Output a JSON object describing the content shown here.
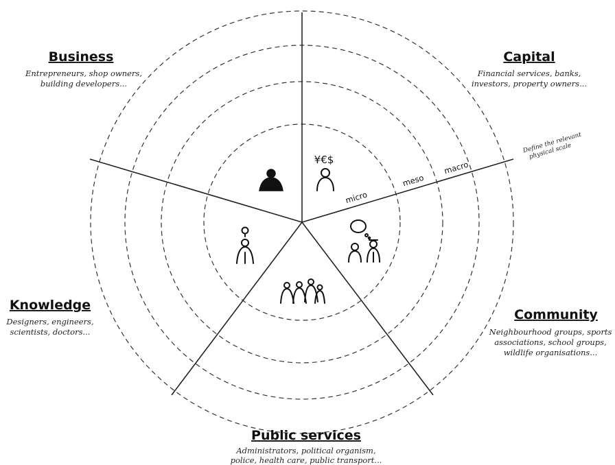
{
  "sectors": {
    "business": {
      "title": "Business",
      "description": [
        "Entrepreneurs, shop owners,",
        "building developers..."
      ]
    },
    "capital": {
      "title": "Capital",
      "description": [
        "Financial services, banks,",
        "investors, property owners..."
      ]
    },
    "community": {
      "title": "Community",
      "description": [
        "Neighbourhood groups, sports",
        "associations, school groups,",
        "wildlife organisations..."
      ]
    },
    "public_services": {
      "title": "Public services",
      "description": [
        "Administrators, political organism,",
        "police, health care, public transport..."
      ]
    },
    "knowledge": {
      "title": "Knowledge",
      "description": [
        "Designers, engineers,",
        "scientists, doctors..."
      ]
    }
  },
  "scales": {
    "micro": "micro",
    "meso": "meso",
    "macro": "macro"
  },
  "scale_note": [
    "Define the relevant",
    "physical scale"
  ],
  "currency_symbols": "¥€$"
}
